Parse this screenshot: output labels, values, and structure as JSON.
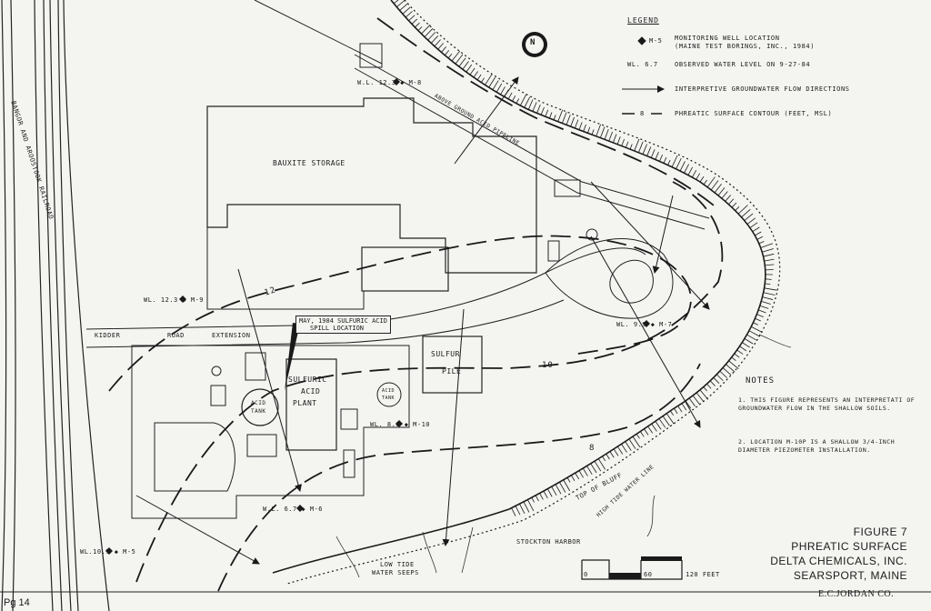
{
  "legend": {
    "title": "LEGEND",
    "well_symbol": "M-5",
    "well_text_1": "MONITORING WELL LOCATION",
    "well_text_2": "(MAINE TEST BORINGS, INC., 1984)",
    "wl_symbol": "WL. 6.7",
    "wl_text": "OBSERVED WATER LEVEL ON 9-27-84",
    "flow_text": "INTERPRETIVE GROUNDWATER FLOW DIRECTIONS",
    "contour_symbol": "8",
    "contour_text": "PHREATIC SURFACE CONTOUR (FEET, MSL)"
  },
  "north_label": "N",
  "wells": {
    "m8": "W.L. 12.3 ◆ M-8",
    "m9": "WL. 12.3 ◆ M-9",
    "m7": "WL. 9.9 ◆ M-7",
    "m10": "WL. 8.6 ◆ M-10",
    "m6": "W.L. 6.7 ◆ M-6",
    "m5": "WL.10.7 ◆ M-5"
  },
  "features": {
    "railroad": "BANGOR AND AROOSTOOK RAILROAD",
    "pipeline": "ABOVE GROUND ACID PIPELINE",
    "bauxite": "BAUXITE   STORAGE",
    "kidder": "KIDDER",
    "road": "ROAD",
    "extension": "EXTENSION",
    "spill_1": "MAY, 1984 SULFURIC ACID",
    "spill_2": "SPILL LOCATION",
    "sulfur_1": "SULFUR",
    "sulfur_2": "PILE",
    "plant_1": "SULFURIC",
    "plant_2": "ACID",
    "plant_3": "PLANT",
    "tank1_1": "ACID",
    "tank1_2": "TANK",
    "tank2_1": "ACID",
    "tank2_2": "TANK",
    "bluff": "TOP OF BLUFF",
    "htwl": "HIGH TIDE WATER LINE",
    "harbor": "STOCKTON HARBOR",
    "seeps_1": "LOW TIDE",
    "seeps_2": "WATER SEEPS"
  },
  "contours": {
    "c12": "12",
    "c10": "10",
    "c8": "8"
  },
  "notes": {
    "title": "NOTES",
    "note1": "1. THIS FIGURE REPRESENTS AN INTERPRETATI OF GROUNDWATER FLOW IN THE SHALLOW SOILS.",
    "note2": "2. LOCATION M-10P IS A SHALLOW 3/4-INCH DIAMETER PIEZOMETER INSTALLATION."
  },
  "scale": {
    "s0": "0",
    "s60": "60",
    "s120": "120 FEET"
  },
  "figure": {
    "line1": "FIGURE 7",
    "line2": "PHREATIC SURFACE",
    "line3": "DELTA CHEMICALS, INC.",
    "line4": "SEARSPORT, MAINE"
  },
  "signature": "E.C.JORDAN CO.",
  "page_label": "Pg 14"
}
